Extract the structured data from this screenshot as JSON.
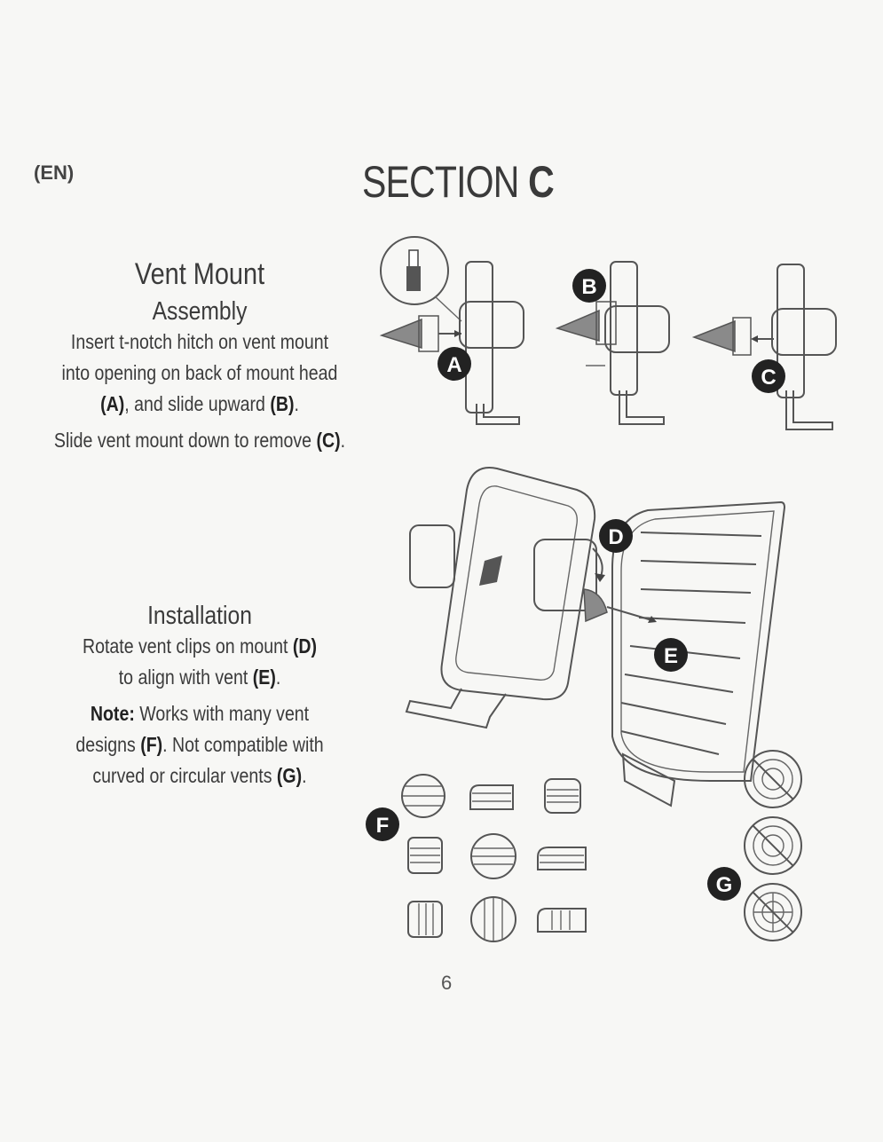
{
  "header": {
    "lang": "(EN)",
    "section_word": "SECTION",
    "section_letter": "C"
  },
  "vent_mount": {
    "title": "Vent Mount",
    "assembly": {
      "heading": "Assembly",
      "line1": "Insert t-notch hitch on vent mount",
      "line2": "into opening on back of mount head",
      "l3_a": "(A)",
      "l3_mid": ", and slide upward ",
      "l3_b": "(B)",
      "l3_end": ".",
      "l4_text": "Slide vent mount down to remove ",
      "l4_c": "(C)",
      "l4_end": "."
    }
  },
  "installation": {
    "heading": "Installation",
    "l1_text": "Rotate vent clips on mount ",
    "l1_d": "(D)",
    "l2_text": "to align with vent ",
    "l2_e": "(E)",
    "l2_end": ".",
    "note_label": "Note:",
    "note_l1": " Works with many vent",
    "note_l2_a": "designs ",
    "note_l2_f": "(F)",
    "note_l2_b": ". Not compatible with",
    "note_l3_a": "curved or circular vents ",
    "note_l3_g": "(G)",
    "note_l3_end": "."
  },
  "badges": {
    "a": "A",
    "b": "B",
    "c": "C",
    "d": "D",
    "e": "E",
    "f": "F",
    "g": "G"
  },
  "icons": [
    "t-notch-hitch-icon",
    "vent-mount-clip-icon",
    "phone-mount-head-icon",
    "vent-design-icon",
    "prohibited-circular-vent-icon"
  ],
  "colors": {
    "badge": "#222222",
    "line": "#555555",
    "clip_fill": "#8a8a8a"
  },
  "page_number": "6"
}
